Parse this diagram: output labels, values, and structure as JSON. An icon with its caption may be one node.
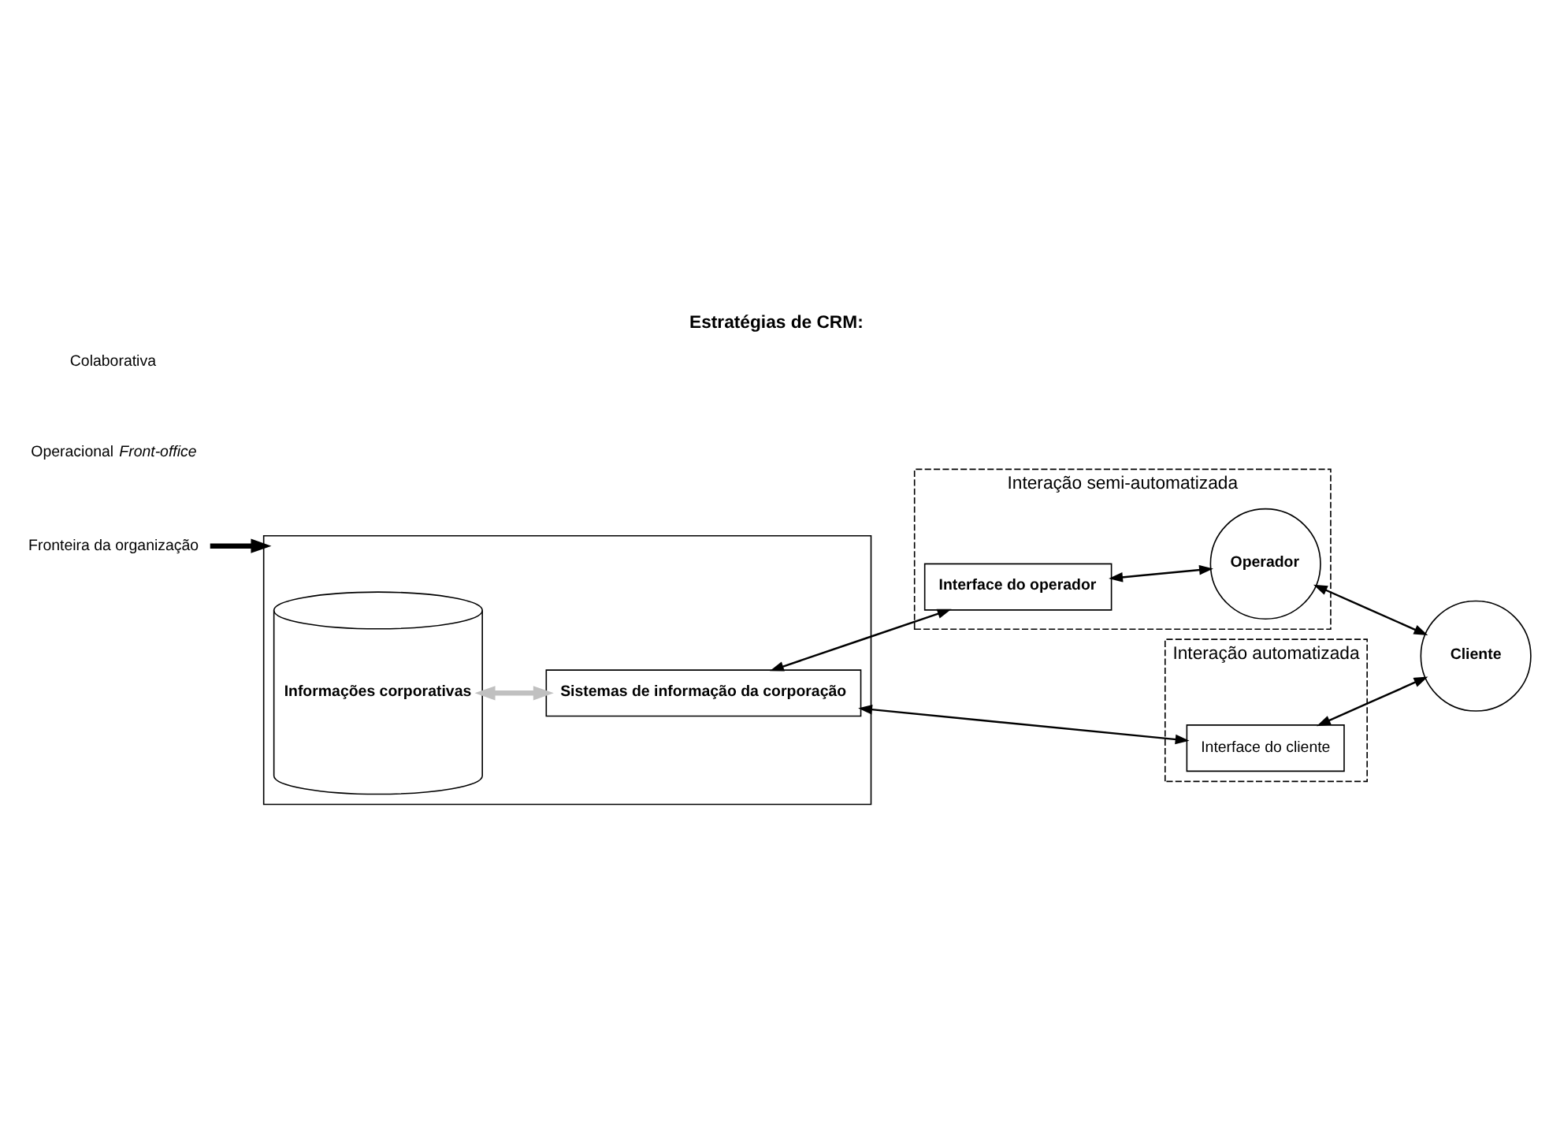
{
  "diagram": {
    "title": "Estratégias de CRM:",
    "nodes": [
      {
        "text": [],
        "shape": "box"
      },
      {
        "text": [
          "Fronteira da organização"
        ]
      },
      {
        "text": [
          "Informações corporativas"
        ],
        "in": 0
      },
      {
        "text": [
          "Sistemas de informação da corporação"
        ],
        "in": 0
      },
      {
        "text": [
          "Interação semi-automatizada"
        ]
      },
      {
        "text": [
          "Interface do operador"
        ],
        "in": 4
      },
      {
        "text": [
          "Operador"
        ],
        "in": 4
      },
      {
        "text": [
          "Interação automatizada"
        ]
      },
      {
        "text": [
          "Interface do cliente"
        ],
        "in": 7
      },
      {
        "text": [
          "Cliente"
        ]
      }
    ],
    "edges": [
      {
        "from": 1,
        "to": 0,
        "arrow": "to",
        "style": "thick"
      },
      {
        "from": 2,
        "to": 3,
        "arrow": "both",
        "style": "thick",
        "color": "#c0c0c0"
      },
      {
        "from": 3,
        "to": 5,
        "arrow": "both"
      },
      {
        "from": 5,
        "to": 6,
        "arrow": "both"
      },
      {
        "from": 6,
        "to": 9,
        "arrow": "both"
      },
      {
        "from": 3,
        "to": 8,
        "arrow": "both"
      },
      {
        "from": 8,
        "to": 9,
        "arrow": "both"
      }
    ],
    "labels": [
      "Operacional *Front-office*",
      "Colaborativa"
    ]
  }
}
